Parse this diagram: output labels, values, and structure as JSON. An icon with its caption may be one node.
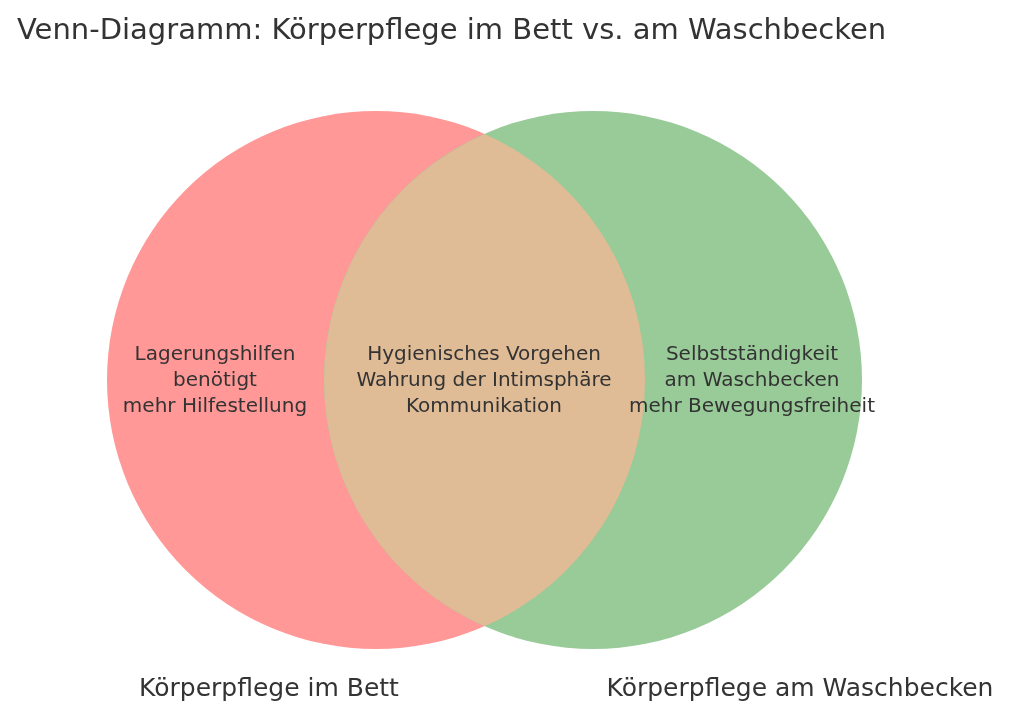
{
  "diagram": {
    "title": "Venn-Diagramm: Körperpflege im Bett vs. am Waschbecken",
    "nodes": [
      {
        "text": [
          "Lagerungshilfen",
          "benötigt",
          "mehr Hilfestellung",
          "Körperpflege im Bett"
        ]
      },
      {
        "text": [
          "Selbstständigkeit",
          "am Waschbecken",
          "mehr Bewegungsfreiheit",
          "Körperpflege am Waschbecken"
        ]
      },
      {
        "text": [
          "Hygienisches Vorgehen",
          "Wahrung der Intimsphäre",
          "Kommunikation"
        ]
      }
    ]
  }
}
